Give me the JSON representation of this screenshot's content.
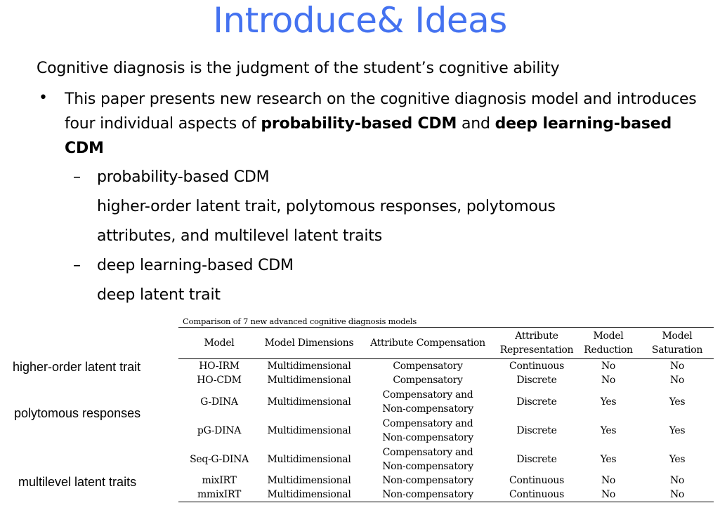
{
  "title": "Introduce& Ideas",
  "lead": "Cognitive diagnosis is the judgment of the student’s cognitive ability",
  "bullet": {
    "marker": "•",
    "text_a": "This paper presents new research on the cognitive diagnosis model and introduces four individual aspects of ",
    "bold_a": "probability-based CDM",
    "text_b": " and ",
    "bold_b": "deep learning-based CDM"
  },
  "subs": [
    {
      "dash": "–",
      "heading": "probability-based CDM",
      "line1": "higher-order latent trait, polytomous responses, polytomous",
      "line2": "attributes, and multilevel latent traits"
    },
    {
      "dash": "–",
      "heading": "deep learning-based CDM",
      "line1": "deep latent trait"
    }
  ],
  "side_labels": [
    "higher-order latent trait",
    "polytomous responses",
    "multilevel latent traits"
  ],
  "table": {
    "caption": "Comparison of 7 new advanced cognitive diagnosis models",
    "headers": [
      [
        "Model"
      ],
      [
        "Model Dimensions"
      ],
      [
        "Attribute Compensation"
      ],
      [
        "Attribute",
        "Representation"
      ],
      [
        "Model",
        "Reduction"
      ],
      [
        "Model",
        "Saturation"
      ]
    ],
    "rows": [
      [
        "HO-IRM",
        "Multidimensional",
        "Compensatory",
        "Continuous",
        "No",
        "No"
      ],
      [
        "HO-CDM",
        "Multidimensional",
        "Compensatory",
        "Discrete",
        "No",
        "No"
      ],
      [
        "G-DINA",
        "Multidimensional",
        "Compensatory and|Non-compensatory",
        "Discrete",
        "Yes",
        "Yes"
      ],
      [
        "pG-DINA",
        "Multidimensional",
        "Compensatory and|Non-compensatory",
        "Discrete",
        "Yes",
        "Yes"
      ],
      [
        "Seq-G-DINA",
        "Multidimensional",
        "Compensatory and|Non-compensatory",
        "Discrete",
        "Yes",
        "Yes"
      ],
      [
        "mixIRT",
        "Multidimensional",
        "Non-compensatory",
        "Continuous",
        "No",
        "No"
      ],
      [
        "mmixIRT",
        "Multidimensional",
        "Non-compensatory",
        "Continuous",
        "No",
        "No"
      ]
    ]
  }
}
